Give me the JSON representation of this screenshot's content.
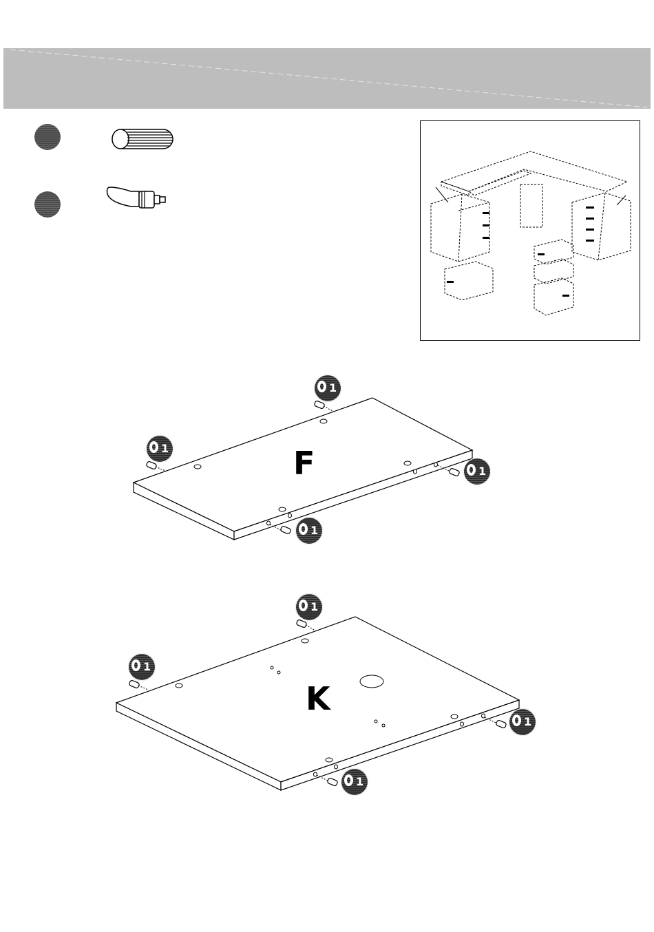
{
  "header": {
    "title": ""
  },
  "hardware": [
    {
      "icon": "fluted-dowel-icon",
      "label": ""
    },
    {
      "icon": "cam-bolt-icon",
      "label": ""
    }
  ],
  "overview": {
    "icon": "l-shaped-desk-exploded-view-icon"
  },
  "panels": [
    {
      "letter": "F",
      "callouts": [
        {
          "label": "1"
        },
        {
          "label": "1"
        },
        {
          "label": "1"
        },
        {
          "label": "1"
        }
      ]
    },
    {
      "letter": "K",
      "callouts": [
        {
          "label": "1"
        },
        {
          "label": "1"
        },
        {
          "label": "1"
        },
        {
          "label": "1"
        }
      ]
    }
  ],
  "colors": {
    "header_band": "#bdbdbd",
    "badge": "#4a4a4a",
    "callout": "#2c2c2c"
  }
}
